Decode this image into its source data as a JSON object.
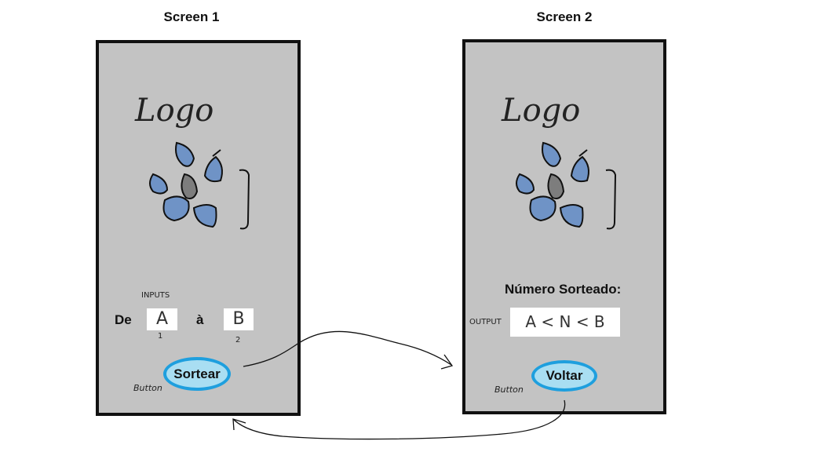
{
  "screen1": {
    "title": "Screen 1",
    "logo_text": "Logo",
    "inputs_note": "INPUTS",
    "from_label": "De",
    "to_label": "à",
    "input_a": "A",
    "input_b": "B",
    "input_a_index": "1",
    "input_b_index": "2",
    "button_label": "Sortear",
    "button_note": "Button"
  },
  "screen2": {
    "title": "Screen 2",
    "logo_text": "Logo",
    "result_label": "Número Sorteado:",
    "output_note": "OUTPUT",
    "output_value": "A < N < B",
    "button_label": "Voltar",
    "button_note": "Button"
  },
  "colors": {
    "phone_bg": "#c3c3c3",
    "button_fill": "#a9def2",
    "button_border": "#1e9fde",
    "petal_blue": "#6f93c6",
    "petal_gray": "#7d7d7d"
  }
}
